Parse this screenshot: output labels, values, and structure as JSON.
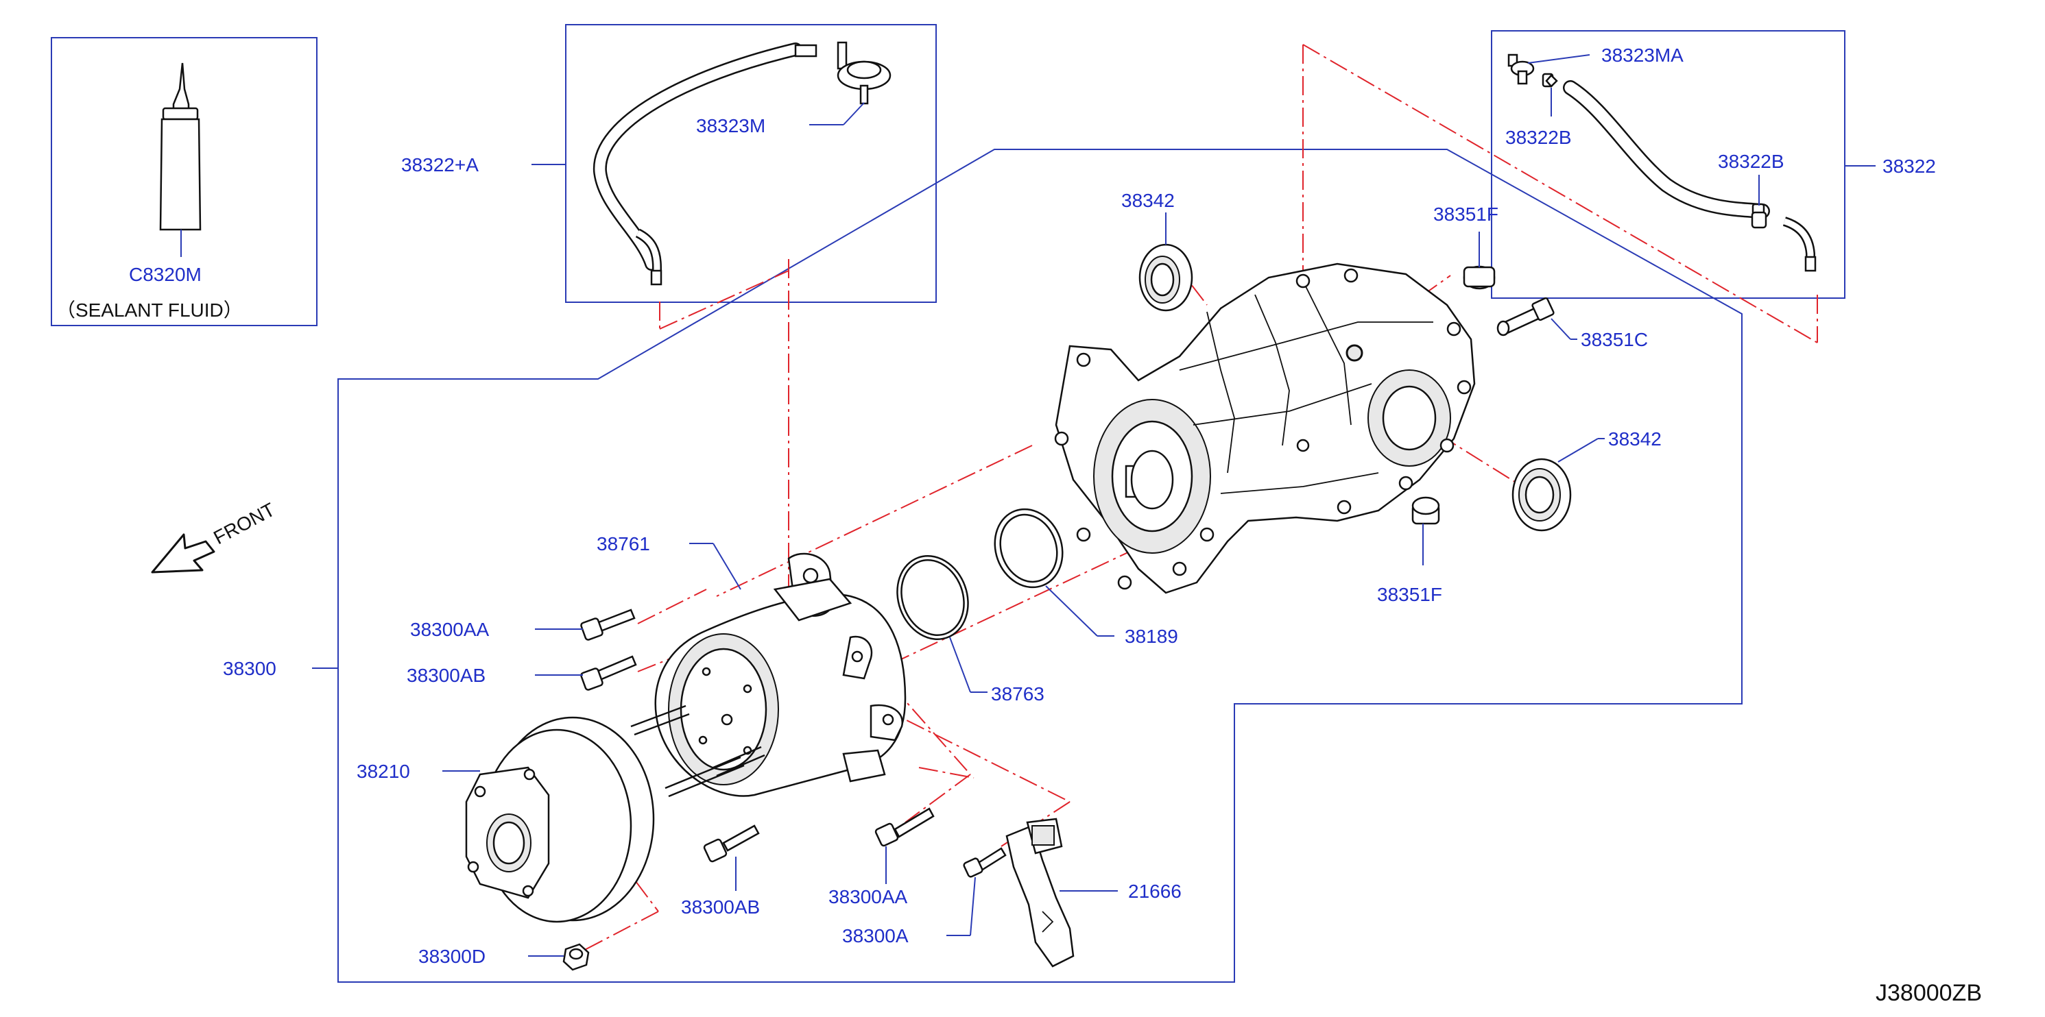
{
  "diagram_code": "J38000ZB",
  "front_label": "FRONT",
  "colors": {
    "label": "#1f2ec8",
    "box": "#2a3bb5",
    "phantom_line": "#e0242b",
    "line_art": "#111111"
  },
  "sealant_box": {
    "part_number": "C8320M",
    "caption": "（SEALANT   FLUID）"
  },
  "labels": {
    "p38322A": "38322+A",
    "p38323M": "38323M",
    "p38322": "38322",
    "p38323MA": "38323MA",
    "p38322B_1": "38322B",
    "p38322B_2": "38322B",
    "p38342_top": "38342",
    "p38351F_top": "38351F",
    "p38351C": "38351C",
    "p38342_right": "38342",
    "p38351F_bottom": "38351F",
    "p38761": "38761",
    "p38300AA_1": "38300AA",
    "p38300AB_1": "38300AB",
    "p38300": "38300",
    "p38189": "38189",
    "p38763": "38763",
    "p38210": "38210",
    "p38300AB_2": "38300AB",
    "p38300AA_2": "38300AA",
    "p21666": "21666",
    "p38300A": "38300A",
    "p38300D": "38300D"
  }
}
